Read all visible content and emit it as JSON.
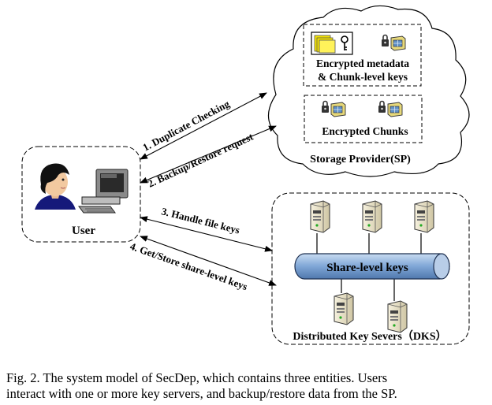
{
  "figure": {
    "user_label": "User",
    "arrows": {
      "a1": "1. Duplicate Checking",
      "a2": "2. Backup/Restore request",
      "a3": "3. Handle file keys",
      "a4": "4. Get/Store share-level keys"
    },
    "storage": {
      "metadata_line1": "Encrypted metadata",
      "metadata_line2": "& Chunk-level keys",
      "chunks_label": "Encrypted Chunks",
      "title": "Storage Provider(SP)"
    },
    "dks": {
      "bus_label": "Share-level keys",
      "title": "Distributed Key Severs（DKS）"
    }
  },
  "caption": {
    "line1": "Fig. 2.   The system model of SecDep, which contains three entities. Users",
    "line2": "interact with one or more key servers, and backup/restore data from the SP."
  },
  "colors": {
    "folder_yellow": "#f5e400",
    "bus_blue": "#7fa6d6",
    "server_beige": "#e9e2c8"
  }
}
